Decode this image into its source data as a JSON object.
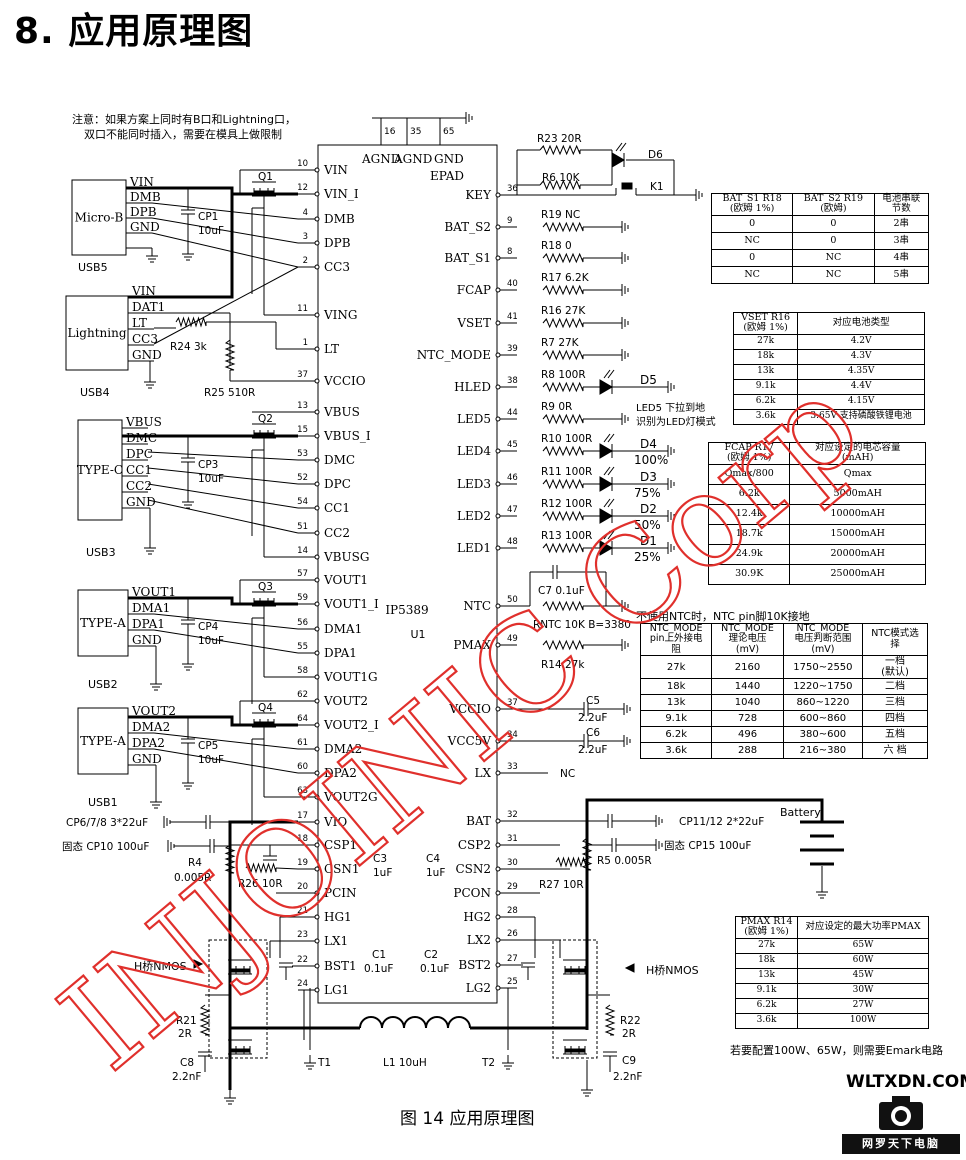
{
  "heading": "8. 应用原理图",
  "caption": "图 14 应用原理图",
  "note_top": [
    "注意：如果方案上同时有B口和Lightning口，",
    "双口不能同时插入，需要在模具上做限制"
  ],
  "note_ntc": "不使用NTC时，NTC pin脚10K接地",
  "note_led": [
    "LED5 下拉到地",
    "识别为LED灯模式"
  ],
  "note_emark": "若要配置100W、65W，则需要Emark电路",
  "watermark": "INJOINIC Corp",
  "chip": {
    "name": "IP5389",
    "ref": "U1"
  },
  "top_pins": [
    {
      "num": "16",
      "label": "AGND"
    },
    {
      "num": "35",
      "label": "AGND"
    },
    {
      "num": "65",
      "label": "GND"
    },
    {
      "num": "",
      "label": "EPAD"
    }
  ],
  "left_pins": [
    {
      "num": "10",
      "label": "VIN"
    },
    {
      "num": "12",
      "label": "VIN_I"
    },
    {
      "num": "4",
      "label": "DMB"
    },
    {
      "num": "3",
      "label": "DPB"
    },
    {
      "num": "2",
      "label": "CC3"
    },
    {
      "num": "11",
      "label": "VING"
    },
    {
      "num": "1",
      "label": "LT"
    },
    {
      "num": "37",
      "label": "VCCIO"
    },
    {
      "num": "13",
      "label": "VBUS"
    },
    {
      "num": "15",
      "label": "VBUS_I"
    },
    {
      "num": "53",
      "label": "DMC"
    },
    {
      "num": "52",
      "label": "DPC"
    },
    {
      "num": "54",
      "label": "CC1"
    },
    {
      "num": "51",
      "label": "CC2"
    },
    {
      "num": "14",
      "label": "VBUSG"
    },
    {
      "num": "57",
      "label": "VOUT1"
    },
    {
      "num": "59",
      "label": "VOUT1_I"
    },
    {
      "num": "56",
      "label": "DMA1"
    },
    {
      "num": "55",
      "label": "DPA1"
    },
    {
      "num": "58",
      "label": "VOUT1G"
    },
    {
      "num": "62",
      "label": "VOUT2"
    },
    {
      "num": "64",
      "label": "VOUT2_I"
    },
    {
      "num": "61",
      "label": "DMA2"
    },
    {
      "num": "60",
      "label": "DPA2"
    },
    {
      "num": "63",
      "label": "VOUT2G"
    },
    {
      "num": "17",
      "label": "VIO"
    },
    {
      "num": "18",
      "label": "CSP1"
    },
    {
      "num": "19",
      "label": "CSN1"
    },
    {
      "num": "20",
      "label": "PCIN"
    },
    {
      "num": "21",
      "label": "HG1"
    },
    {
      "num": "23",
      "label": "LX1"
    },
    {
      "num": "22",
      "label": "BST1"
    },
    {
      "num": "24",
      "label": "LG1"
    }
  ],
  "right_pins": [
    {
      "num": "36",
      "label": "KEY"
    },
    {
      "num": "9",
      "label": "BAT_S2"
    },
    {
      "num": "8",
      "label": "BAT_S1"
    },
    {
      "num": "40",
      "label": "FCAP"
    },
    {
      "num": "41",
      "label": "VSET"
    },
    {
      "num": "39",
      "label": "NTC_MODE"
    },
    {
      "num": "38",
      "label": "HLED"
    },
    {
      "num": "44",
      "label": "LED5"
    },
    {
      "num": "45",
      "label": "LED4"
    },
    {
      "num": "46",
      "label": "LED3"
    },
    {
      "num": "47",
      "label": "LED2"
    },
    {
      "num": "48",
      "label": "LED1"
    },
    {
      "num": "50",
      "label": "NTC"
    },
    {
      "num": "49",
      "label": "PMAX"
    },
    {
      "num": "37",
      "label": "VCCIO"
    },
    {
      "num": "34",
      "label": "VCC5V"
    },
    {
      "num": "33",
      "label": "LX"
    },
    {
      "num": "32",
      "label": "BAT"
    },
    {
      "num": "31",
      "label": "CSP2"
    },
    {
      "num": "30",
      "label": "CSN2"
    },
    {
      "num": "29",
      "label": "PCON"
    },
    {
      "num": "28",
      "label": "HG2"
    },
    {
      "num": "26",
      "label": "LX2"
    },
    {
      "num": "27",
      "label": "BST2"
    },
    {
      "num": "25",
      "label": "LG2"
    }
  ],
  "right_components": {
    "r23": "R23 20R",
    "d6": "D6",
    "r6": "R6 10K",
    "k1": "K1",
    "r19": "R19 NC",
    "r18": "R18 0",
    "r17": "R17 6.2K",
    "r16": "R16 27K",
    "r7": "R7 27K",
    "r8": "R8 100R",
    "d5": "D5",
    "r9": "R9 0R",
    "r10": "R10 100R",
    "d4": "D4",
    "d4p": "100%",
    "r11": "R11 100R",
    "d3": "D3",
    "d3p": "75%",
    "r12": "R12 100R",
    "d2": "D2",
    "d2p": "50%",
    "r13": "R13 100R",
    "d1": "D1",
    "d1p": "25%",
    "c7": "C7 0.1uF",
    "rntc": "RNTC 10K B=3380",
    "r14": "R14 27k",
    "c5": "C5",
    "c5v": "2.2uF",
    "c6": "C6",
    "c6v": "2.2uF",
    "nc": "NC",
    "battery": "Battery",
    "c11": "CP11/12 2*22uF",
    "c15": "固态 CP15 100uF",
    "r5": "R5 0.005R",
    "r27": "R27 10R",
    "hnmos2": "H桥NMOS",
    "r22": "R22",
    "r22v": "2R",
    "c9": "C9",
    "c9v": "2.2nF",
    "t2": "T2",
    "l1": "L1 10uH",
    "t1": "T1"
  },
  "left_components": {
    "usb5": "USB5",
    "microb": "Micro-B",
    "usb5_pins": [
      "VIN",
      "DMB",
      "DPB",
      "GND"
    ],
    "cp1": "CP1",
    "cp1v": "10uF",
    "q1": "Q1",
    "usb4": "USB4",
    "lightning": "Lightning",
    "usb4_pins": [
      "VIN",
      "DAT1",
      "LT",
      "CC3",
      "GND"
    ],
    "r24": "R24 3k",
    "r25": "R25 510R",
    "usb3": "USB3",
    "typec": "TYPE-C",
    "usb3_pins": [
      "VBUS",
      "DMC",
      "DPC",
      "CC1",
      "CC2",
      "GND"
    ],
    "cp3": "CP3",
    "cp3v": "10uF",
    "q2": "Q2",
    "usb2": "USB2",
    "typea1": "TYPE-A",
    "usb2_pins": [
      "VOUT1",
      "DMA1",
      "DPA1",
      "GND"
    ],
    "cp4": "CP4",
    "cp4v": "10uF",
    "q3": "Q3",
    "usb1": "USB1",
    "typea2": "TYPE-A",
    "usb1_pins": [
      "VOUT2",
      "DMA2",
      "DPA2",
      "GND"
    ],
    "cp5": "CP5",
    "cp5v": "10uF",
    "q4": "Q4",
    "cp678": "CP6/7/8 3*22uF",
    "cp10": "固态 CP10 100uF",
    "r4": "R4",
    "r4v": "0.005R",
    "r26": "R26 10R",
    "c3": "C3",
    "c3v": "1uF",
    "c4": "C4",
    "c4v": "1uF",
    "c1": "C1",
    "c1v": "0.1uF",
    "c2": "C2",
    "c2v": "0.1uF",
    "hnmos1": "H桥NMOS",
    "r21": "R21",
    "r21v": "2R",
    "c8": "C8",
    "c8v": "2.2nF"
  },
  "table_bat": {
    "header": [
      "BAT_S1 R18\n(欧姆 1%)",
      "BAT_S2 R19\n(欧姆)",
      "电池串联\n节数"
    ],
    "rows": [
      [
        "0",
        "0",
        "2串"
      ],
      [
        "NC",
        "0",
        "3串"
      ],
      [
        "0",
        "NC",
        "4串"
      ],
      [
        "NC",
        "NC",
        "5串"
      ]
    ]
  },
  "table_vset": {
    "header": [
      "VSET R16\n(欧姆 1%)",
      "对应电池类型"
    ],
    "rows": [
      [
        "27k",
        "4.2V"
      ],
      [
        "18k",
        "4.3V"
      ],
      [
        "13k",
        "4.35V"
      ],
      [
        "9.1k",
        "4.4V"
      ],
      [
        "6.2k",
        "4.15V"
      ],
      [
        "3.6k",
        "3.65V 支持磷酸铁锂电池"
      ]
    ]
  },
  "table_fcap": {
    "header": [
      "FCAP R17\n(欧姆 1%)",
      "对应设定的电芯容量\n(mAH)"
    ],
    "rows": [
      [
        "Qmax/800",
        "Qmax"
      ],
      [
        "6.2k",
        "5000mAH"
      ],
      [
        "12.4k",
        "10000mAH"
      ],
      [
        "18.7k",
        "15000mAH"
      ],
      [
        "24.9k",
        "20000mAH"
      ],
      [
        "30.9K",
        "25000mAH"
      ]
    ]
  },
  "table_ntc": {
    "header": [
      "NTC_MODE\npin上外接电\n阻",
      "NTC_MODE\n理论电压\n(mV)",
      "NTC_MODE\n电压判断范围\n(mV)",
      "NTC模式选\n择"
    ],
    "rows": [
      [
        "27k",
        "2160",
        "1750~2550",
        "一档\n(默认)"
      ],
      [
        "18k",
        "1440",
        "1220~1750",
        "二档"
      ],
      [
        "13k",
        "1040",
        "860~1220",
        "三档"
      ],
      [
        "9.1k",
        "728",
        "600~860",
        "四档"
      ],
      [
        "6.2k",
        "496",
        "380~600",
        "五档"
      ],
      [
        "3.6k",
        "288",
        "216~380",
        "六 档"
      ]
    ]
  },
  "table_pmax": {
    "header": [
      "PMAX R14\n(欧姆 1%)",
      "对应设定的最大功率PMAX"
    ],
    "rows": [
      [
        "27k",
        "65W"
      ],
      [
        "18k",
        "60W"
      ],
      [
        "13k",
        "45W"
      ],
      [
        "9.1k",
        "30W"
      ],
      [
        "6.2k",
        "27W"
      ],
      [
        "3.6k",
        "100W"
      ]
    ]
  },
  "logo": {
    "text": "WLTXDN.COM",
    "sub": "网罗天下电脑"
  }
}
